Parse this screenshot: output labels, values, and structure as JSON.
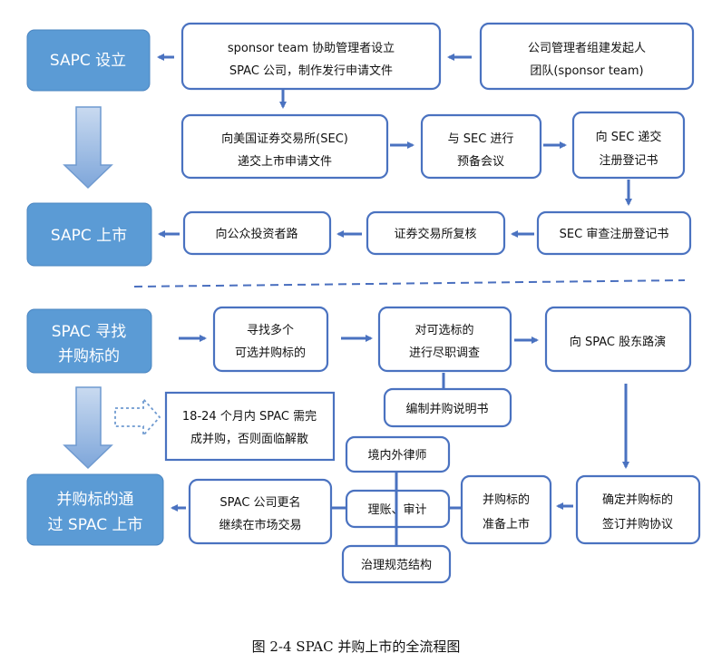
{
  "colors": {
    "blue_box": "#5b9bd5",
    "blue_dark": "#4472c4",
    "line": "#4a72c0",
    "dash": "#4a6fbf",
    "text": "#111111",
    "white": "#ffffff"
  },
  "sections": {
    "sapc_found": "SAPC 设立",
    "sapc_list": "SAPC 上市",
    "spac_seek": [
      "SPAC 寻找",
      "并购标的"
    ],
    "target_list": [
      "并购标的通",
      "过 SPAC 上市"
    ]
  },
  "boxes": {
    "sponsor_assist": [
      "sponsor team 协助管理者设立",
      "SPAC 公司，制作发行申请文件"
    ],
    "managers_form": [
      "公司管理者组建发起人",
      "团队(sponsor team)"
    ],
    "apply_sec": [
      "向美国证券交易所(SEC)",
      "递交上市申请文件"
    ],
    "pre_meeting": [
      "与 SEC 进行",
      "预备会议"
    ],
    "submit_reg": [
      "向 SEC 递交",
      "注册登记书"
    ],
    "sec_review": "SEC 审查注册登记书",
    "exchange_review": "证券交易所复核",
    "roadshow_public": "向公众投资者路",
    "find_targets": [
      "寻找多个",
      "可选并购标的"
    ],
    "due_diligence": [
      "对可选标的",
      "进行尽职调查"
    ],
    "roadshow_holders": "向 SPAC 股东路演",
    "merger_doc": "编制并购说明书",
    "deadline_note": [
      "18-24 个月内 SPAC 需完",
      "成并购，否则面临解散"
    ],
    "lawyers": "境内外律师",
    "accounting": "理账、审计",
    "governance": "治理规范结构",
    "target_prepare": [
      "并购标的",
      "准备上市"
    ],
    "confirm_target": [
      "确定并购标的",
      "签订并购协议"
    ],
    "rename": [
      "SPAC 公司更名",
      "继续在市场交易"
    ]
  },
  "caption": "图 2-4 SPAC 并购上市的全流程图"
}
